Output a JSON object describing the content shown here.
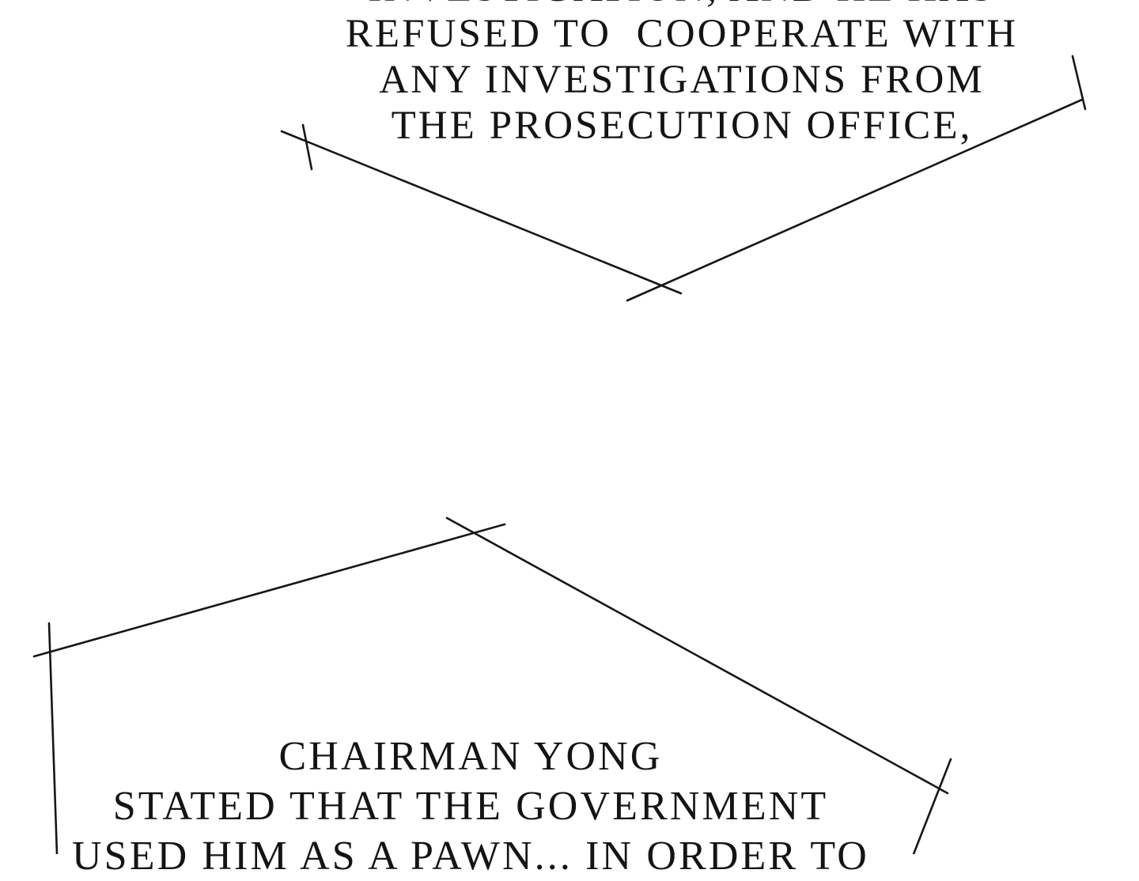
{
  "page": {
    "type": "comic-panel",
    "background_color": "#ffffff",
    "line_color": "#161616",
    "text_color": "#141414"
  },
  "speech_bubbles": [
    {
      "id": "top-bubble",
      "note": "angular speech bubble, clipped by top edge of image",
      "lines": [
        "INVESTIGATION, AND HE HAS",
        "REFUSED TO  COOPERATE WITH",
        "ANY INVESTIGATIONS FROM",
        "THE PROSECUTION OFFICE,"
      ]
    },
    {
      "id": "bottom-bubble",
      "note": "angular speech bubble, clipped by bottom edge of image",
      "lines": [
        "CHAIRMAN YONG",
        "STATED THAT THE GOVERNMENT",
        "USED HIM AS A PAWN... IN ORDER TO"
      ]
    }
  ]
}
